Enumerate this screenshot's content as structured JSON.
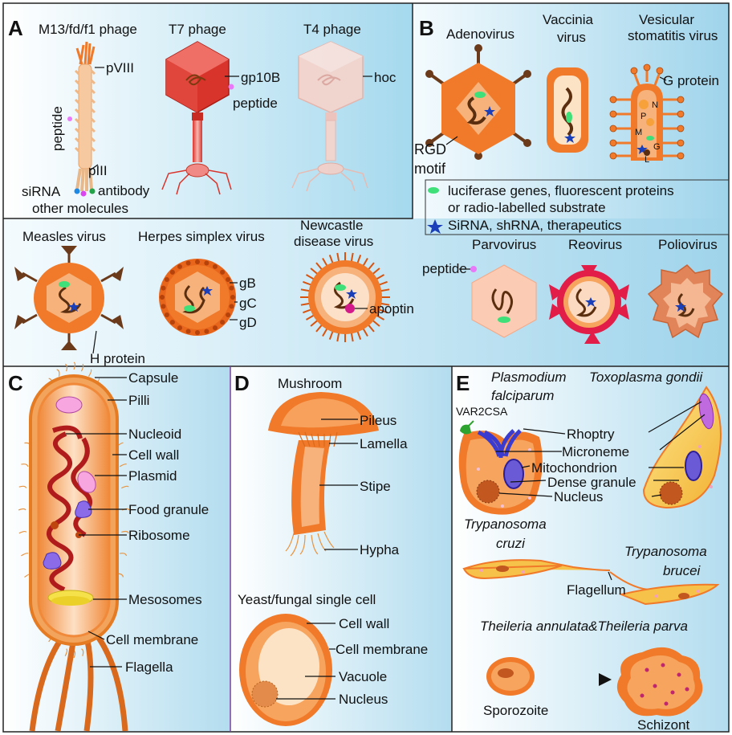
{
  "panels": {
    "A": {
      "letter": "A",
      "m13_title": "M13/fd/f1 phage",
      "t7_title": "T7 phage",
      "t4_title": "T4 phage",
      "labels": {
        "pviii": "pVIII",
        "peptide_vertical": "peptide",
        "piii": "pIII",
        "sirna": "siRNA",
        "antibody": "antibody",
        "other": "other molecules",
        "gp10b": "gp10B",
        "peptide_t7": "peptide",
        "hoc": "hoc"
      }
    },
    "B": {
      "letter": "B",
      "adeno": "Adenovirus",
      "vaccinia_1": "Vaccinia",
      "vaccinia_2": "virus",
      "vsv_1": "Vesicular",
      "vsv_2": "stomatitis virus",
      "g_protein": "G protein",
      "vsv_n": "N",
      "vsv_p": "P",
      "vsv_m": "M",
      "vsv_g": "G",
      "vsv_l": "L",
      "rgd_1": "RGD",
      "rgd_2": "motif",
      "legend": {
        "green_1": "luciferase genes, fluorescent proteins",
        "green_2": "or radio-labelled substrate",
        "blue": "SiRNA, shRNA, therapeutics"
      },
      "measles": "Measles virus",
      "h_protein": "H protein",
      "herpes": "Herpes simplex virus",
      "gb": "gB",
      "gc": "gC",
      "gd": "gD",
      "ndv_1": "Newcastle",
      "ndv_2": "disease virus",
      "apoptin": "apoptin",
      "parvo": "Parvovirus",
      "parvo_peptide": "peptide",
      "reo": "Reovirus",
      "polio": "Poliovirus"
    },
    "C": {
      "letter": "C",
      "labels": [
        "Capsule",
        "Pilli",
        "Nucleoid",
        "Cell wall",
        "Plasmid",
        "Food granule",
        "Ribosome",
        "Mesosomes",
        "Cell membrane",
        "Flagella"
      ]
    },
    "D": {
      "letter": "D",
      "mushroom": "Mushroom",
      "mush_labels": [
        "Pileus",
        "Lamella",
        "Stipe",
        "Hypha"
      ],
      "yeast": "Yeast/fungal single cell",
      "yeast_labels": [
        "Cell wall",
        "Cell membrane",
        "Vacuole",
        "Nucleus"
      ]
    },
    "E": {
      "letter": "E",
      "plasmodium_1": "Plasmodium",
      "plasmodium_2": "falciparum",
      "toxo": "Toxoplasma gondii",
      "var2csa": "VAR2CSA",
      "organelles": [
        "Rhoptry",
        "Microneme",
        "Mitochondrion",
        "Dense granule",
        "Nucleus"
      ],
      "tcruzi_1": "Trypanosoma",
      "tcruzi_2": "cruzi",
      "tbrucei_1": "Trypanosoma",
      "tbrucei_2": "brucei",
      "flagellum": "Flagellum",
      "theileria": "Theileria annulata&Theileria parva",
      "sporozoite": "Sporozoite",
      "schizont": "Schizont"
    }
  },
  "colors": {
    "panel_bg_light": "#ffffff",
    "panel_bg_blue": "#9fd6ec",
    "virus_orange": "#f07a2a",
    "virus_fill": "#f6b27a",
    "green_marker": "#3fe07a",
    "blue_marker": "#1a3fb8",
    "dark_brown": "#6b3a1a",
    "t7_red": "#d9342b",
    "reo_red": "#e11d48"
  }
}
